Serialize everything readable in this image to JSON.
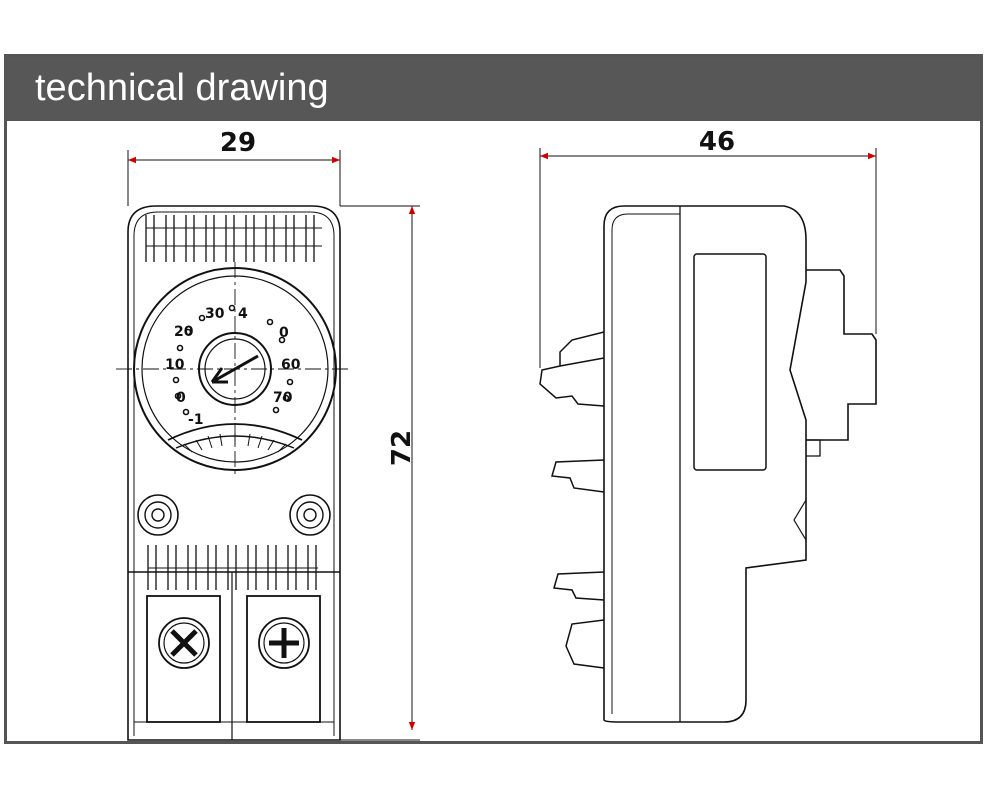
{
  "header": {
    "title": "technical drawing"
  },
  "front_view": {
    "width_label": "29",
    "height_label": "72",
    "dial_labels": [
      "30",
      "4",
      "20",
      "0",
      "10",
      "60",
      "0",
      "70",
      "-1"
    ]
  },
  "side_view": {
    "depth_label": "46"
  },
  "colors": {
    "header_bg": "#575757",
    "frame_border": "#555555",
    "arrow": "#cc0000",
    "line": "#111111"
  }
}
